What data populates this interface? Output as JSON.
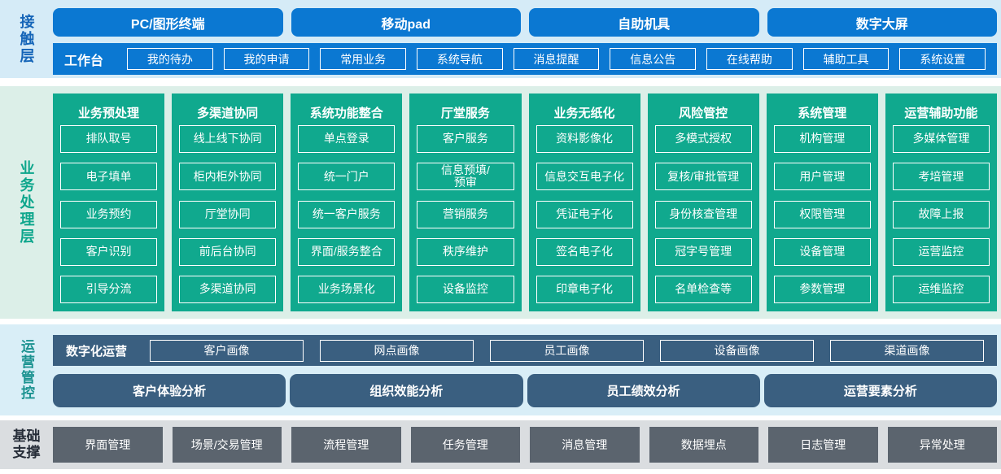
{
  "layers": {
    "contact": {
      "label": "接触层",
      "devices": [
        "PC/图形终端",
        "移动pad",
        "自助机具",
        "数字大屏"
      ],
      "workbench": {
        "label": "工作台",
        "items": [
          "我的待办",
          "我的申请",
          "常用业务",
          "系统导航",
          "消息提醒",
          "信息公告",
          "在线帮助",
          "辅助工具",
          "系统设置"
        ]
      }
    },
    "business": {
      "label": "业务处理层",
      "columns": [
        {
          "title": "业务预处理",
          "items": [
            "排队取号",
            "电子填单",
            "业务预约",
            "客户识别",
            "引导分流"
          ]
        },
        {
          "title": "多渠道协同",
          "items": [
            "线上线下协同",
            "柜内柜外协同",
            "厅堂协同",
            "前后台协同",
            "多渠道协同"
          ]
        },
        {
          "title": "系统功能整合",
          "items": [
            "单点登录",
            "统一门户",
            "统一客户服务",
            "界面/服务整合",
            "业务场景化"
          ]
        },
        {
          "title": "厅堂服务",
          "items": [
            "客户服务",
            "信息预填/\n预审",
            "营销服务",
            "秩序维护",
            "设备监控"
          ]
        },
        {
          "title": "业务无纸化",
          "items": [
            "资料影像化",
            "信息交互电子化",
            "凭证电子化",
            "签名电子化",
            "印章电子化"
          ]
        },
        {
          "title": "风险管控",
          "items": [
            "多模式授权",
            "复核/审批管理",
            "身份核查管理",
            "冠字号管理",
            "名单检查等"
          ]
        },
        {
          "title": "系统管理",
          "items": [
            "机构管理",
            "用户管理",
            "权限管理",
            "设备管理",
            "参数管理"
          ]
        },
        {
          "title": "运营辅助功能",
          "items": [
            "多媒体管理",
            "考培管理",
            "故障上报",
            "运营监控",
            "运维监控"
          ]
        }
      ]
    },
    "operations": {
      "label": "运营管控",
      "digital": {
        "label": "数字化运营",
        "items": [
          "客户画像",
          "网点画像",
          "员工画像",
          "设备画像",
          "渠道画像"
        ]
      },
      "analysis": [
        "客户体验分析",
        "组织效能分析",
        "员工绩效分析",
        "运营要素分析"
      ]
    },
    "foundation": {
      "label": "基础支撑",
      "items": [
        "界面管理",
        "场景/交易管理",
        "流程管理",
        "任务管理",
        "消息管理",
        "数据埋点",
        "日志管理",
        "异常处理"
      ]
    }
  },
  "colors": {
    "primary_blue": "#0b78d2",
    "teal_green": "#10a98e",
    "slate_blue": "#3a5f80",
    "box_gray": "#5b646e",
    "contact_band_bg": "#d5ebf7",
    "business_band_bg": "#dcefe8",
    "operations_band_bg": "#d9eef7",
    "foundation_band_bg": "#dadde0",
    "contact_label_color": "#1565b8",
    "business_label_color": "#0da68c",
    "operations_label_color": "#1b9290",
    "foundation_label_color": "#262d38"
  }
}
